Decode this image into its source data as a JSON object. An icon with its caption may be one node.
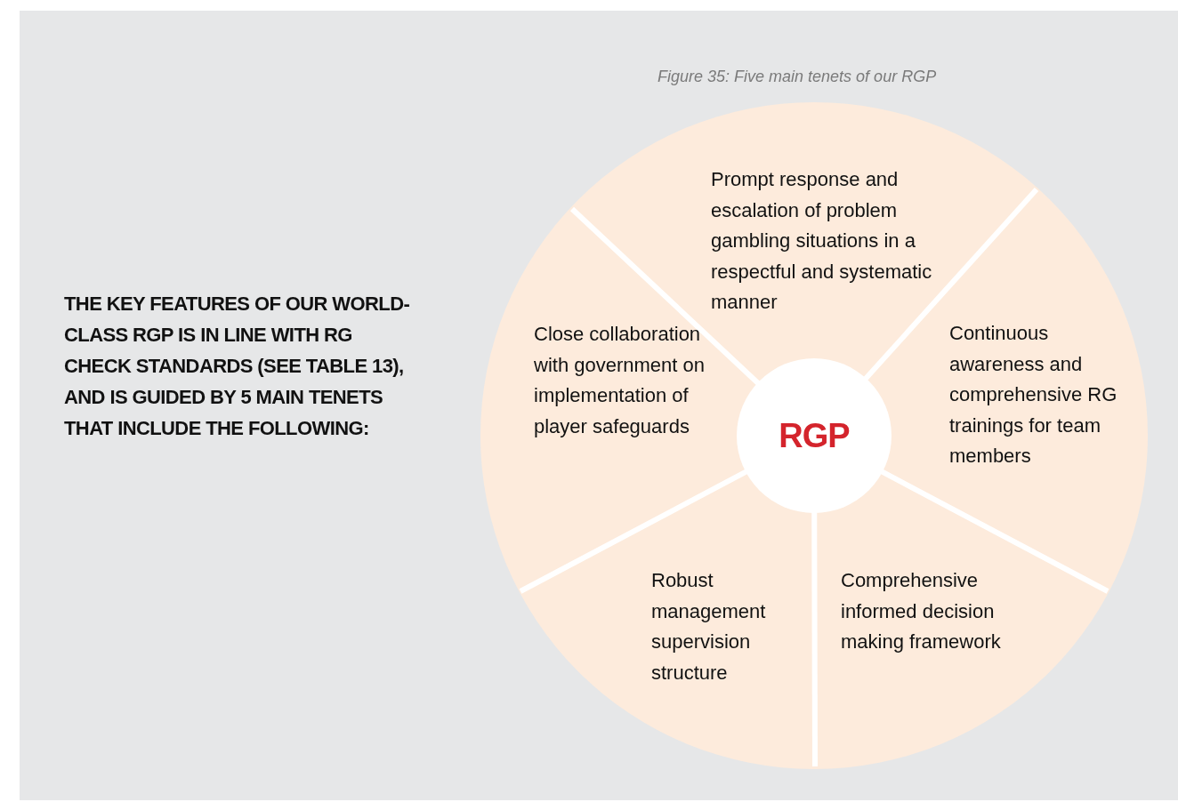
{
  "diagram": {
    "caption": "Figure 35: Five main tenets of our RGP",
    "nodes": [
      {
        "text": [],
        "shape": "circle"
      },
      {
        "text": [
          "Prompt response and escalation of problem gambling situations in a respectful and systematic manner"
        ],
        "in": 0
      },
      {
        "text": [
          "Close collaboration with government on implementation of player safeguards"
        ],
        "in": 0
      },
      {
        "text": [
          "Continuous awareness and comprehensive RG trainings for team members"
        ],
        "in": 0
      },
      {
        "text": [
          "Robust management supervision structure"
        ],
        "in": 0
      },
      {
        "text": [
          "Comprehensive informed decision making framework"
        ],
        "in": 0
      },
      {
        "text": [
          "RGP"
        ],
        "in": 0
      }
    ],
    "labels": [
      "THE KEY FEATURES OF OUR WORLD-CLASS RGP IS IN LINE WITH RG CHECK STANDARDS (SEE TABLE 13), AND IS GUIDED BY 5 MAIN TENETS THAT INCLUDE THE FOLLOWING:"
    ]
  }
}
